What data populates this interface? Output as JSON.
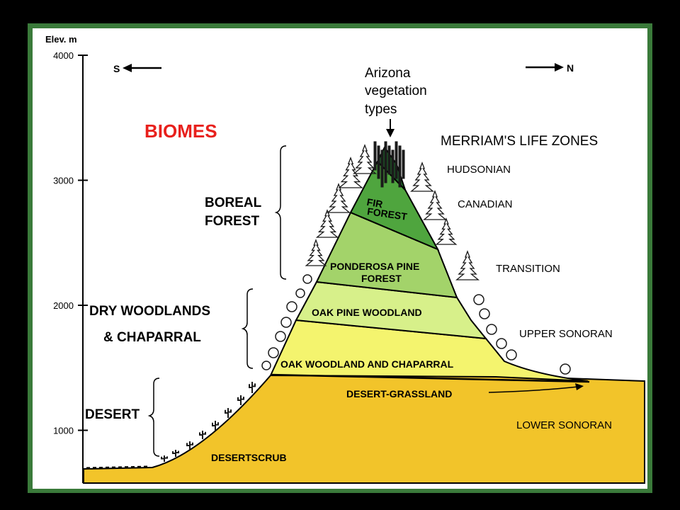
{
  "axis": {
    "label": "Elev. m",
    "ticks": [
      {
        "value": 4000,
        "label": "4000"
      },
      {
        "value": 3000,
        "label": "3000"
      },
      {
        "value": 2000,
        "label": "2000"
      },
      {
        "value": 1000,
        "label": "1000"
      }
    ]
  },
  "directions": {
    "south": "S",
    "north": "N"
  },
  "titles": {
    "biomes": "BIOMES",
    "life_zones": "MERRIAM'S LIFE ZONES",
    "vegetation_types": [
      "Arizona",
      "vegetation",
      "types"
    ]
  },
  "biomes": [
    {
      "label_lines": [
        "BOREAL",
        "FOREST"
      ]
    },
    {
      "label_lines": [
        "DRY WOODLANDS",
        "& CHAPARRAL"
      ]
    },
    {
      "label_lines": [
        "DESERT"
      ]
    }
  ],
  "vegetation_bands": [
    {
      "label_lines": [
        "FIR",
        "FOREST"
      ]
    },
    {
      "label_lines": [
        "PONDEROSA PINE",
        "FOREST"
      ]
    },
    {
      "label_lines": [
        "OAK PINE  WOODLAND"
      ]
    },
    {
      "label_lines": [
        "OAK WOODLAND AND CHAPARRAL"
      ]
    },
    {
      "label_lines": [
        "DESERT-GRASSLAND"
      ]
    },
    {
      "label_lines": [
        "DESERTSCRUB"
      ]
    }
  ],
  "life_zones": [
    "HUDSONIAN",
    "CANADIAN",
    "TRANSITION",
    "UPPER SONORAN",
    "LOWER SONORAN"
  ],
  "colors": {
    "frame": "#3a7a3a",
    "biomes_title": "#e8201c",
    "desert": "#f2c42a",
    "oak_chaparral": "#f4f46e",
    "oak_pine": "#d7f08a",
    "ponderosa": "#a3d36a",
    "fir": "#4fa53e",
    "hudsonian": "#1f6b2b",
    "tree": "#1a1a1a"
  }
}
